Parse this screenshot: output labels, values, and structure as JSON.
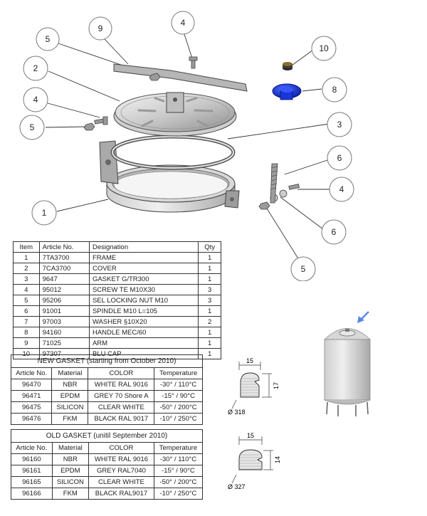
{
  "callouts": [
    "1",
    "2",
    "3",
    "4",
    "4",
    "4",
    "5",
    "5",
    "5",
    "6",
    "6",
    "8",
    "9",
    "10"
  ],
  "parts_table": {
    "headers": [
      "Item",
      "Article No.",
      "Designation",
      "Qty"
    ],
    "rows": [
      [
        "1",
        "7TA3700",
        "FRAME",
        "1"
      ],
      [
        "2",
        "7CA3700",
        "COVER",
        "1"
      ],
      [
        "3",
        "9647",
        "GASKET G/TR300",
        "1"
      ],
      [
        "4",
        "95012",
        "SCREW TE M10X30",
        "3"
      ],
      [
        "5",
        "95206",
        "SEL LOCKING NUT M10",
        "3"
      ],
      [
        "6",
        "91001",
        "SPINDLE M10 L=105",
        "1"
      ],
      [
        "7",
        "97003",
        "WASHER §10X20",
        "2"
      ],
      [
        "8",
        "94160",
        "HANDLE MEC/60",
        "1"
      ],
      [
        "9",
        "71025",
        "ARM",
        "1"
      ],
      [
        "10",
        "97307",
        "BLU CAP",
        "1"
      ]
    ]
  },
  "new_gasket": {
    "title": "NEW GASKET (starting from October 2010)",
    "headers": [
      "Article No.",
      "Material",
      "COLOR",
      "Temperature"
    ],
    "rows": [
      [
        "96470",
        "NBR",
        "WHITE RAL 9016",
        "-30° / 110°C"
      ],
      [
        "96471",
        "EPDM",
        "GREY 70 Shore A",
        "-15° / 90°C"
      ],
      [
        "96475",
        "SILICON",
        "CLEAR WHITE",
        "-50° / 200°C"
      ],
      [
        "96476",
        "FKM",
        "BLACK RAL 9017",
        "-10° / 250°C"
      ]
    ],
    "section": {
      "width": "15",
      "height": "17",
      "diameter": "Ø 318"
    }
  },
  "old_gasket": {
    "title": "OLD GASKET (unitil September 2010)",
    "headers": [
      "Article No.",
      "Material",
      "COLOR",
      "Temperature"
    ],
    "rows": [
      [
        "96160",
        "NBR",
        "WHITE RAL 9016",
        "-30° / 110°C"
      ],
      [
        "96161",
        "EPDM",
        "GREY RAL7040",
        "-15° / 90°C"
      ],
      [
        "96165",
        "SILICON",
        "CLEAR WHITE",
        "-50° / 200°C"
      ],
      [
        "96166",
        "FKM",
        "BLACK RAL9017",
        "-10° / 250°C"
      ]
    ],
    "section": {
      "width": "15",
      "height": "14",
      "diameter": "Ø 327"
    }
  }
}
